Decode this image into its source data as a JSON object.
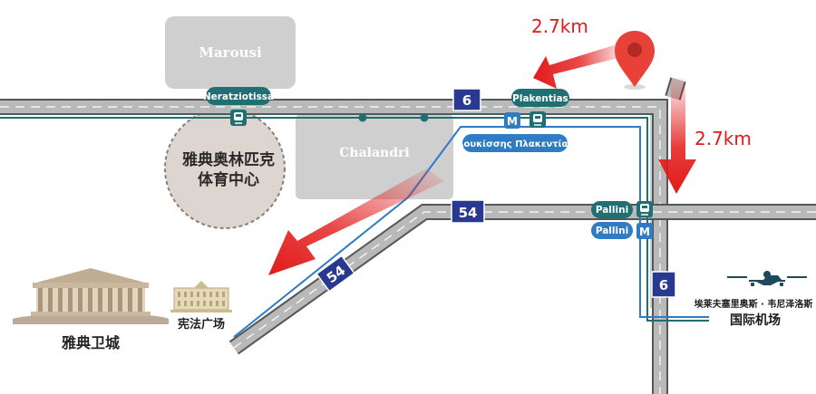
{
  "districts": {
    "marousi": "Marousi",
    "chalandri": "Chalandri"
  },
  "venues": {
    "olympic_center_line1": "雅典奥林匹克",
    "olympic_center_line2": "体育中心",
    "acropolis": "雅典卫城",
    "syntagma": "宪法广场",
    "airport_line1": "埃莱夫塞里奥斯 · 韦尼泽洛斯",
    "airport_line2": "国际机场"
  },
  "stations": {
    "neratziotissa": "Neratziotissa",
    "plakentias": "Plakentias",
    "douk_plakentias": "Δουκίσσης Πλακεντίας",
    "pallini_rail": "Pallini",
    "pallini_metro": "Pallini"
  },
  "roads": {
    "route6_top": "6",
    "route54_h": "54",
    "route54_diag": "54",
    "route6_vert": "6"
  },
  "distances": {
    "d1": "2.7km",
    "d2": "2.7km"
  },
  "metro_glyph": "M",
  "colors": {
    "road_fill": "#b9b9b9",
    "road_border": "#565656",
    "rail_teal": "#1f6f73",
    "metro_blue": "#2f7cc4",
    "route_shield": "#2a3990",
    "arrow_red": "#e21a1a",
    "pin_red": "#e8413a"
  },
  "icons": [
    "location-pin-icon",
    "train-icon",
    "metro-icon",
    "airplane-icon",
    "parthenon-icon",
    "parliament-icon"
  ]
}
